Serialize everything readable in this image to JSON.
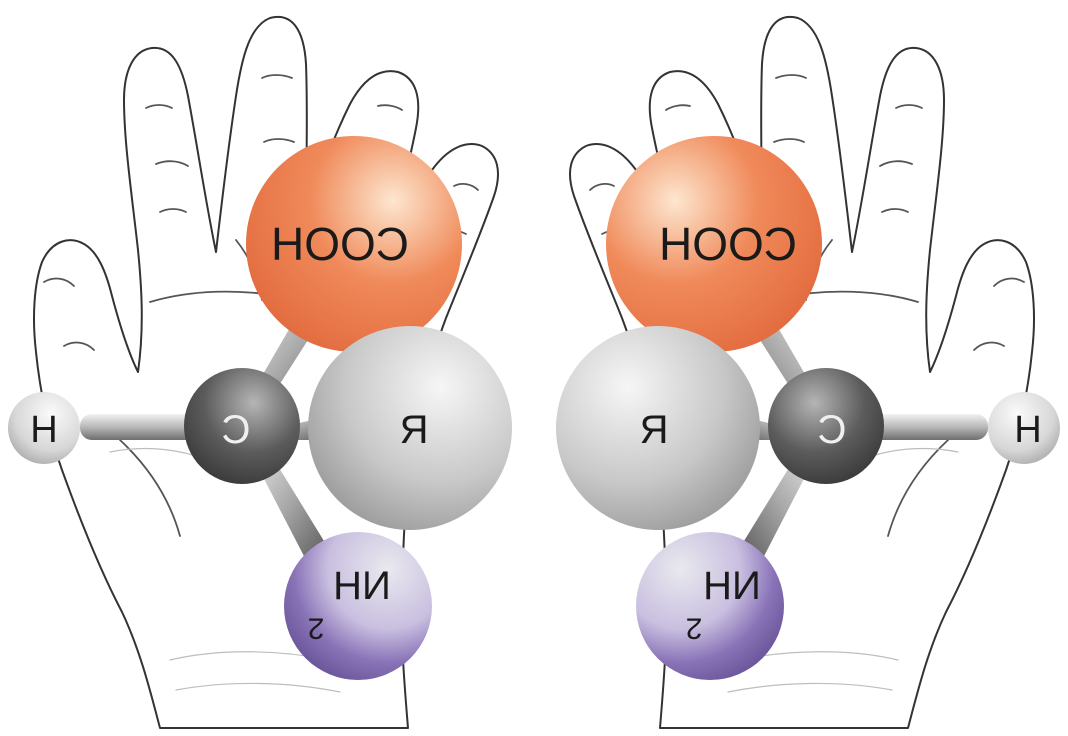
{
  "colors": {
    "cooh": "#f08a5a",
    "cooh_light": "#fde6cf",
    "cooh_dark": "#e0663a",
    "r": "#c8c8c8",
    "r_light": "#f6f6f6",
    "r_dark": "#8f8f8f",
    "carbon": "#5c5c5c",
    "carbon_light": "#b5b5b5",
    "carbon_dark": "#2e2e2e",
    "nh2": "#8a74b8",
    "nh2_light": "#e9e9ee",
    "nh2_dark": "#5e4a8f",
    "hydrogen": "#d7d7d7",
    "bond": "#b8b8b8"
  },
  "molecules": [
    {
      "hand": "left-hand",
      "labels": {
        "cooh": "COOH",
        "r": "R",
        "carbon": "C",
        "hydrogen": "H",
        "amine": "NH",
        "amine_subscript": "2"
      }
    },
    {
      "hand": "right-hand",
      "labels": {
        "cooh": "COOH",
        "r": "R",
        "carbon": "C",
        "hydrogen": "H",
        "amine": "NH",
        "amine_subscript": "2"
      }
    }
  ]
}
